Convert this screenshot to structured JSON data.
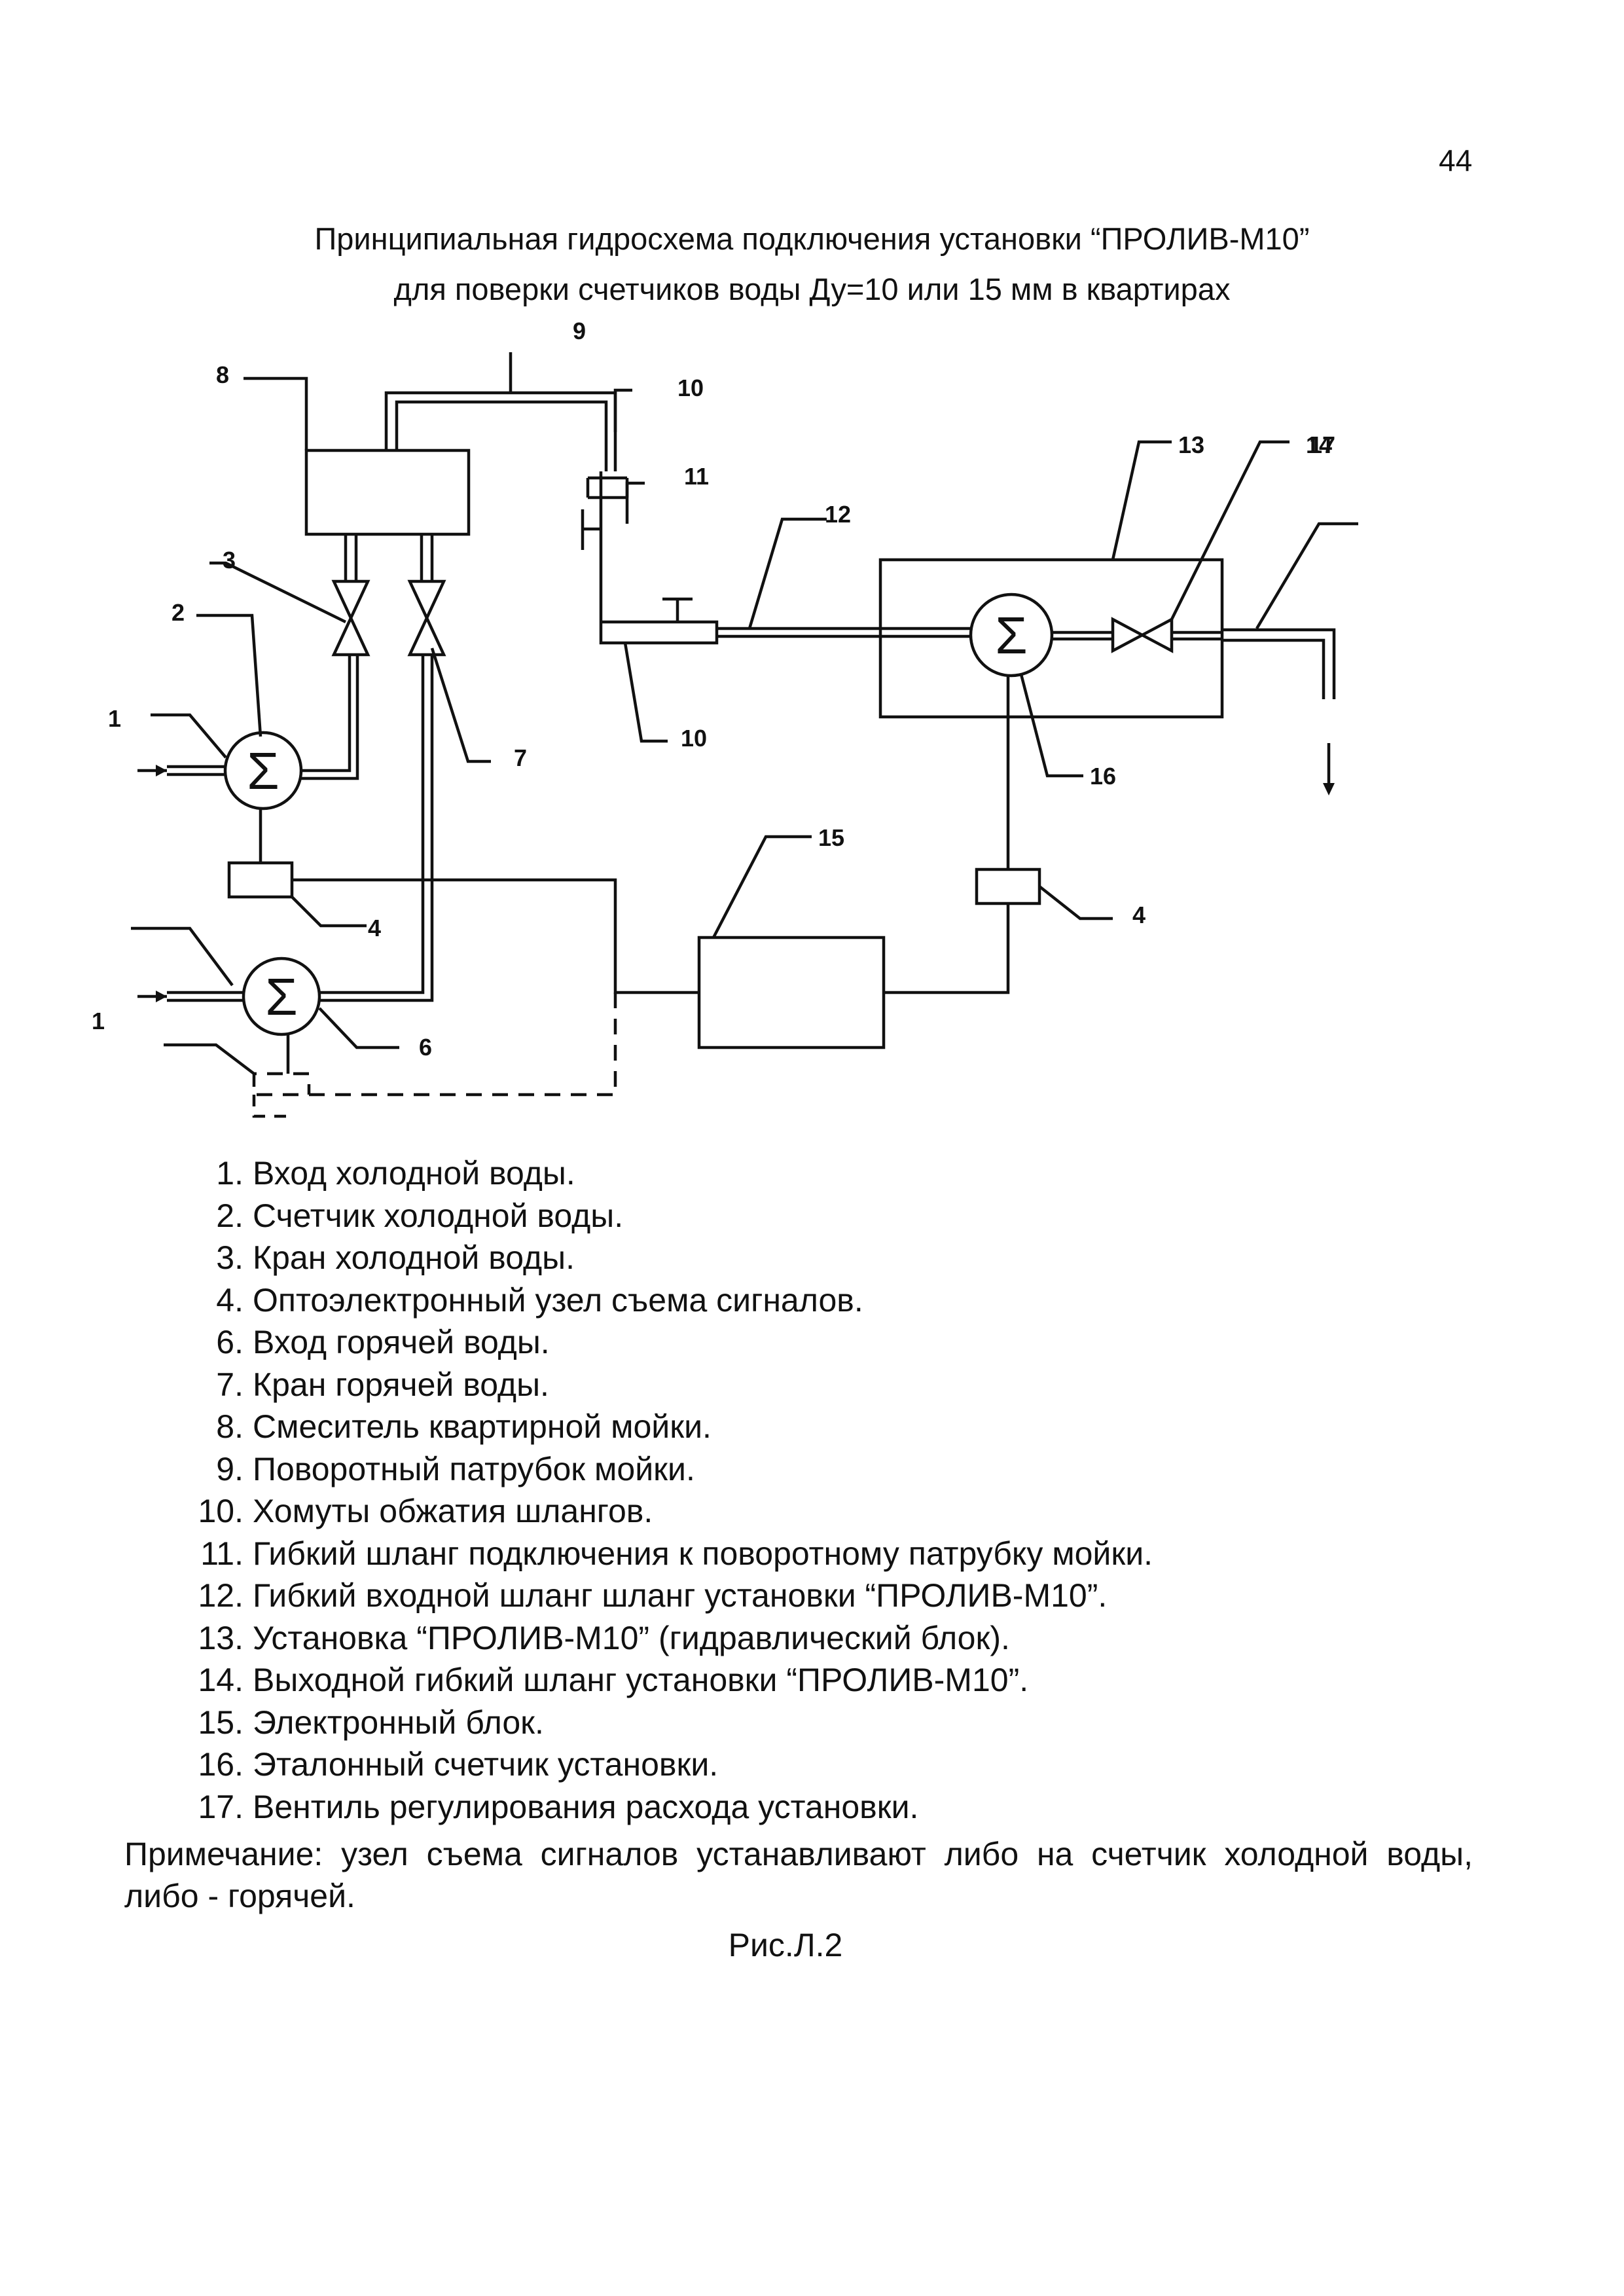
{
  "page_number": "44",
  "title": {
    "line1": "Принципиальная гидросхема подключения установки “ПРОЛИВ-М10”",
    "line2": "для поверки счетчиков воды Ду=10 или 15 мм в квартирах"
  },
  "diagram": {
    "meter_symbol": "Σ",
    "callouts": {
      "c1_top": "1",
      "c1_bottom": "1",
      "c2": "2",
      "c3": "3",
      "c4_left": "4",
      "c4_right": "4",
      "c6": "6",
      "c7": "7",
      "c8": "8",
      "c9": "9",
      "c10_top": "10",
      "c10_bottom": "10",
      "c11": "11",
      "c12": "12",
      "c13": "13",
      "c14": "14",
      "c15": "15",
      "c16": "16",
      "c17": "17"
    }
  },
  "legend": [
    {
      "num": "1.",
      "text": "Вход холодной воды."
    },
    {
      "num": "2.",
      "text": "Счетчик холодной воды."
    },
    {
      "num": "3.",
      "text": "Кран холодной воды."
    },
    {
      "num": "4.",
      "text": "Оптоэлектронный узел съема сигналов."
    },
    {
      "num": "6.",
      "text": "Вход горячей воды."
    },
    {
      "num": "7.",
      "text": "Кран горячей воды."
    },
    {
      "num": "8.",
      "text": "Смеситель квартирной мойки."
    },
    {
      "num": "9.",
      "text": "Поворотный патрубок мойки."
    },
    {
      "num": "10.",
      "text": "Хомуты обжатия шлангов."
    },
    {
      "num": "11.",
      "text": "Гибкий шланг подключения к поворотному патрубку мойки."
    },
    {
      "num": "12.",
      "text": "Гибкий входной шланг шланг установки “ПРОЛИВ-М10”."
    },
    {
      "num": "13.",
      "text": "Установка “ПРОЛИВ-М10” (гидравлический блок)."
    },
    {
      "num": "14.",
      "text": "Выходной гибкий шланг установки “ПРОЛИВ-М10”."
    },
    {
      "num": "15.",
      "text": "Электронный  блок."
    },
    {
      "num": "16.",
      "text": "Эталонный счетчик установки."
    },
    {
      "num": "17.",
      "text": "Вентиль регулирования расхода установки."
    }
  ],
  "note": "Примечание: узел съема сигналов устанавливают либо на счетчик холодной воды, либо - горячей.",
  "figure_caption": "Рис.Л.2"
}
